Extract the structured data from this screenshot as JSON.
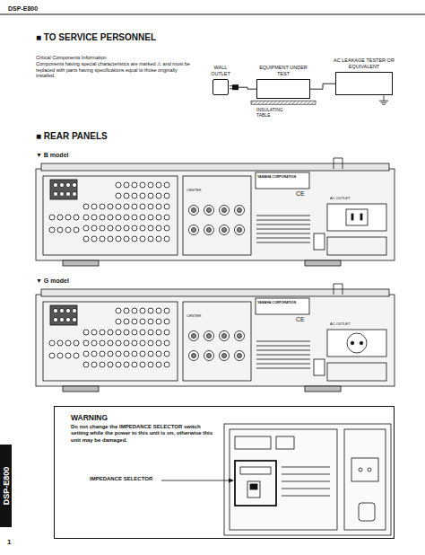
{
  "diagram": {
    "nodes": [
      {
        "text": [
          "WALL OUTLET"
        ]
      },
      {
        "text": [
          "EQUIPMENT UNDER TEST"
        ]
      },
      {
        "text": [
          "AC LEAKAGE TESTER OR EQUIVALENT"
        ]
      },
      {
        "text": [
          "WARNING",
          "Do not change the IMPEDANCE SELECTOR switch setting while the power to this unit is on, otherwise this unit may be damaged."
        ]
      },
      {
        "text": [
          "DSP-E800"
        ]
      }
    ],
    "edges": [
      {
        "from": 0,
        "to": 1,
        "arrow": "none"
      },
      {
        "from": 1,
        "to": 2,
        "arrow": "none"
      }
    ],
    "labels": [
      "DSP-E800",
      "■ TO SERVICE PERSONNEL",
      "Critical Components Information",
      "Components having special characteristics are marked ⚠ and must be replaced with parts having specifications equal to those originally installed.",
      "INSULATING TABLE",
      "■ REAR PANELS",
      "▼ B model",
      "CENTER",
      "YAMAHA CORPORATION",
      "CE",
      "AC OUTLET",
      "▼ G model",
      "CENTER",
      "YAMAHA CORPORATION",
      "CE",
      "AC OUTLET",
      "IMPEDANCE SELECTOR",
      "1"
    ]
  }
}
